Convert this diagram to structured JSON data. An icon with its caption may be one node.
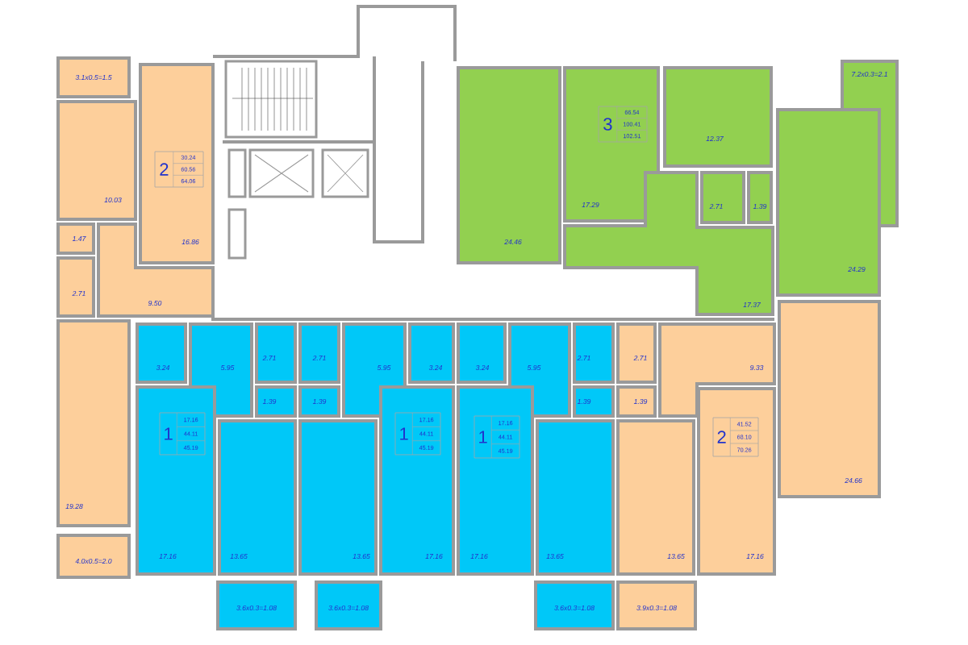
{
  "diagram": {
    "nodes": [
      {
        "text": [
          "3.1x0.5=1.5"
        ]
      },
      {
        "text": [
          "10.03"
        ]
      },
      {
        "text": [
          "16.86"
        ]
      },
      {
        "text": [
          "2",
          "30.24",
          "60.56",
          "64.06"
        ],
        "in": 2
      },
      {
        "text": [
          "1.47"
        ]
      },
      {
        "text": [
          "2.71"
        ]
      },
      {
        "text": [
          "9.50"
        ]
      },
      {
        "text": [
          "24.46"
        ]
      },
      {
        "text": [
          "17.29"
        ]
      },
      {
        "text": [
          "3",
          "66.54",
          "100.41",
          "102.51"
        ],
        "in": 8
      },
      {
        "text": [
          "12.37"
        ]
      },
      {
        "text": [
          "2.71"
        ]
      },
      {
        "text": [
          "1.39"
        ]
      },
      {
        "text": [
          "7.2x0.3=2.1"
        ]
      },
      {
        "text": [
          "24.29"
        ]
      },
      {
        "text": [
          "17.37"
        ]
      },
      {
        "text": [
          "19.28"
        ]
      },
      {
        "text": [
          "3.24"
        ]
      },
      {
        "text": [
          "5.95"
        ]
      },
      {
        "text": [
          "2.71"
        ]
      },
      {
        "text": [
          "2.71"
        ]
      },
      {
        "text": [
          "5.95"
        ]
      },
      {
        "text": [
          "3.24"
        ]
      },
      {
        "text": [
          "3.24"
        ]
      },
      {
        "text": [
          "5.95"
        ]
      },
      {
        "text": [
          "2.71"
        ]
      },
      {
        "text": [
          "2.71"
        ]
      },
      {
        "text": [
          "9.33"
        ]
      },
      {
        "text": [
          "1.39"
        ]
      },
      {
        "text": [
          "1.39"
        ]
      },
      {
        "text": [
          "1.39"
        ]
      },
      {
        "text": [
          "1.39"
        ]
      },
      {
        "text": [
          "17.16"
        ]
      },
      {
        "text": [
          "1",
          "17.16",
          "44.11",
          "45.19"
        ],
        "in": 32
      },
      {
        "text": [
          "17.16"
        ]
      },
      {
        "text": [
          "1",
          "17.16",
          "44.11",
          "45.19"
        ],
        "in": 34
      },
      {
        "text": [
          "17.16"
        ]
      },
      {
        "text": [
          "1",
          "17.16",
          "44.11",
          "45.19"
        ],
        "in": 36
      },
      {
        "text": [
          "17.16"
        ]
      },
      {
        "text": [
          "2",
          "41.52",
          "68.10",
          "70.26"
        ],
        "in": 38
      },
      {
        "text": [
          "24.66"
        ]
      },
      {
        "text": [
          "13.65"
        ]
      },
      {
        "text": [
          "13.65"
        ]
      },
      {
        "text": [
          "13.65"
        ]
      },
      {
        "text": [
          "13.65"
        ]
      },
      {
        "text": [
          "4.0x0.5=2.0"
        ]
      },
      {
        "text": [
          "3.6x0.3=1.08"
        ]
      },
      {
        "text": [
          "3.6x0.3=1.08"
        ]
      },
      {
        "text": [
          "3.6x0.3=1.08"
        ]
      },
      {
        "text": [
          "3.9x0.3=1.08"
        ]
      }
    ]
  }
}
